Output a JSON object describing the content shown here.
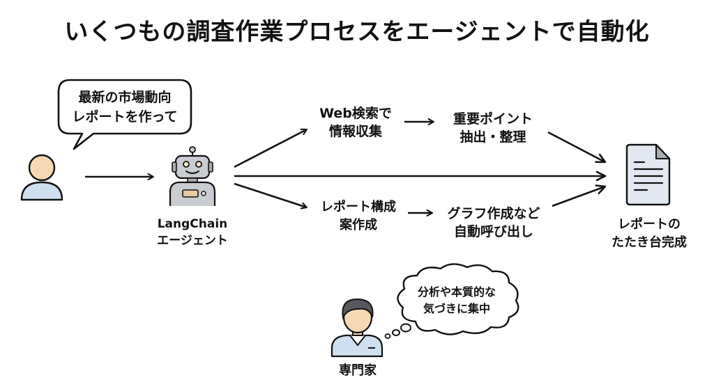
{
  "title": "いくつもの調査作業プロセスをエージェントで自動化",
  "user": {
    "speech": [
      "最新の市場動向",
      "レポートを作って"
    ]
  },
  "agent": {
    "label": [
      "LangChain",
      "エージェント"
    ]
  },
  "steps": {
    "web_search": [
      "Web検索で",
      "情報収集"
    ],
    "extract": [
      "重要ポイント",
      "抽出・整理"
    ],
    "structure": [
      "レポート構成",
      "案作成"
    ],
    "graph": [
      "グラフ作成など",
      "自動呼び出し"
    ]
  },
  "result": {
    "label": [
      "レポートの",
      "たたき台完成"
    ]
  },
  "expert": {
    "label": "専門家",
    "thought": [
      "分析や本質的な",
      "気づきに集中"
    ]
  },
  "colors": {
    "skin": "#f6d9b4",
    "shirt": "#cfdff0",
    "robot": "#c9ccd0",
    "document": "#e3e8f0",
    "hair": "#55585c",
    "ink": "#111111"
  }
}
